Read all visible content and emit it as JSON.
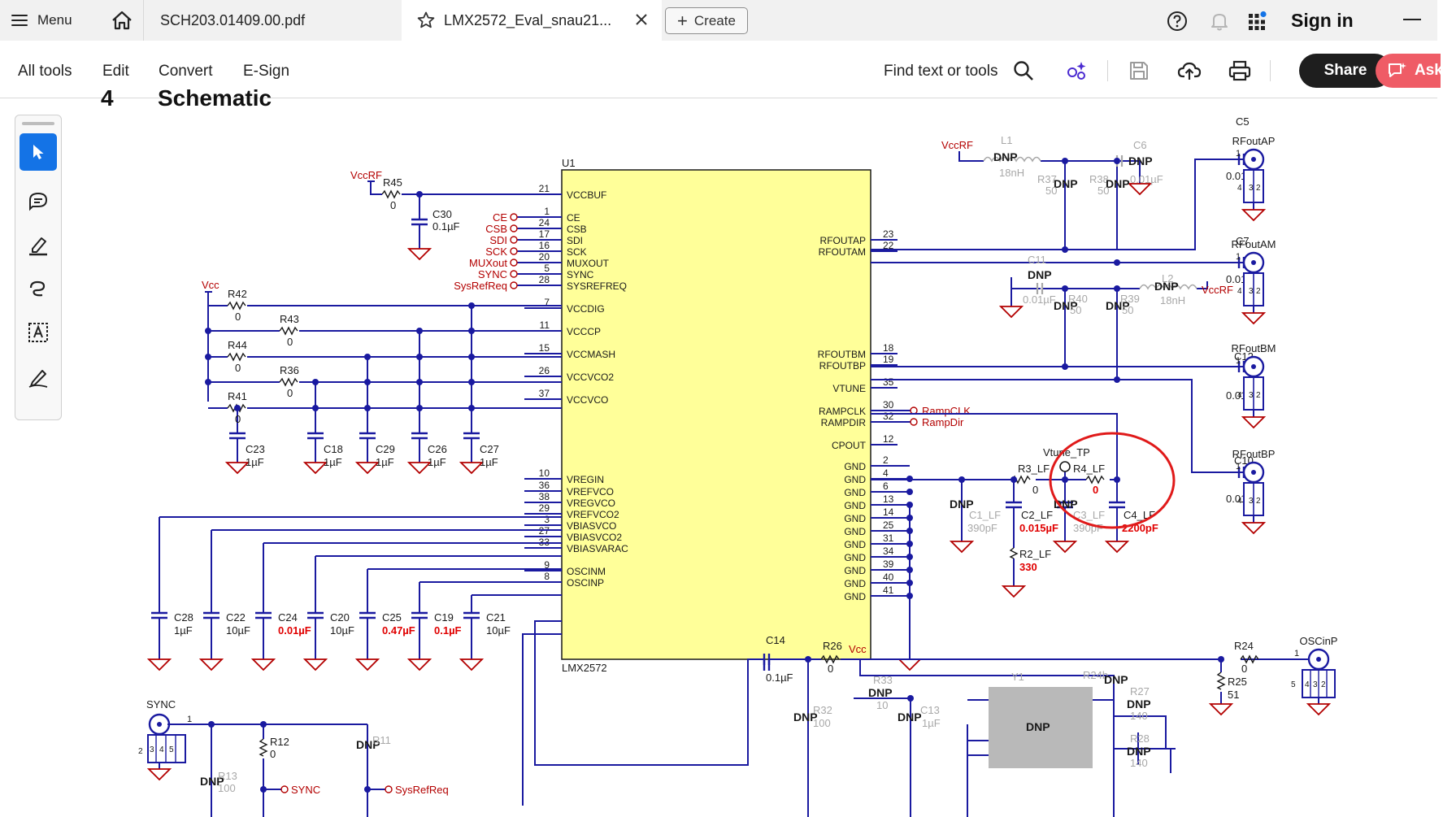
{
  "tabbar": {
    "menu_label": "Menu",
    "tabs": [
      {
        "label": "SCH203.01409.00.pdf"
      },
      {
        "label": "LMX2572_Eval_snau21..."
      }
    ],
    "create_label": "Create",
    "sign_in_label": "Sign in"
  },
  "toolbar": {
    "all_tools": "All tools",
    "edit": "Edit",
    "convert": "Convert",
    "esign": "E-Sign",
    "find_text": "Find text or tools",
    "share": "Share",
    "ask": "Ask"
  },
  "document": {
    "section_number": "4",
    "section_title": "Schematic",
    "chip_ref": "U1",
    "chip_name": "LMX2572",
    "left_pins": [
      {
        "num": "21",
        "name": "VCCBUF"
      },
      {
        "num": "1",
        "name": "CE"
      },
      {
        "num": "24",
        "name": "CSB"
      },
      {
        "num": "17",
        "name": "SDI"
      },
      {
        "num": "16",
        "name": "SCK"
      },
      {
        "num": "20",
        "name": "MUXOUT"
      },
      {
        "num": "5",
        "name": "SYNC"
      },
      {
        "num": "28",
        "name": "SYSREFREQ"
      },
      {
        "num": "7",
        "name": "VCCDIG"
      },
      {
        "num": "11",
        "name": "VCCCP"
      },
      {
        "num": "15",
        "name": "VCCMASH"
      },
      {
        "num": "26",
        "name": "VCCVCO2"
      },
      {
        "num": "37",
        "name": "VCCVCO"
      },
      {
        "num": "10",
        "name": "VREGIN"
      },
      {
        "num": "36",
        "name": "VREFVCO"
      },
      {
        "num": "38",
        "name": "VREGVCO"
      },
      {
        "num": "29",
        "name": "VREFVCO2"
      },
      {
        "num": "3",
        "name": "VBIASVCO"
      },
      {
        "num": "27",
        "name": "VBIASVCO2"
      },
      {
        "num": "33",
        "name": "VBIASVARAC"
      },
      {
        "num": "9",
        "name": "OSCINM"
      },
      {
        "num": "8",
        "name": "OSCINP"
      }
    ],
    "right_pins": [
      {
        "num": "23",
        "name": "RFOUTAP"
      },
      {
        "num": "22",
        "name": "RFOUTAM"
      },
      {
        "num": "18",
        "name": "RFOUTBM"
      },
      {
        "num": "19",
        "name": "RFOUTBP"
      },
      {
        "num": "35",
        "name": "VTUNE"
      },
      {
        "num": "30",
        "name": "RAMPCLK"
      },
      {
        "num": "32",
        "name": "RAMPDIR"
      },
      {
        "num": "12",
        "name": "CPOUT"
      }
    ],
    "gnd_pins": [
      "2",
      "4",
      "6",
      "13",
      "14",
      "25",
      "31",
      "34",
      "39",
      "40",
      "41"
    ],
    "gnd_label": "GND",
    "nets_left": [
      "CE",
      "CSB",
      "SDI",
      "SCK",
      "MUXout",
      "SYNC",
      "SysRefReq"
    ],
    "nets_right": [
      "RampCLK",
      "RampDir"
    ],
    "power_vccrf": "VccRF",
    "power_vcc": "Vcc",
    "r45": {
      "ref": "R45",
      "val": "0"
    },
    "c30": {
      "ref": "C30",
      "val": "0.1µF"
    },
    "r42": {
      "ref": "R42",
      "val": "0"
    },
    "r43": {
      "ref": "R43",
      "val": "0"
    },
    "r44": {
      "ref": "R44",
      "val": "0"
    },
    "r36": {
      "ref": "R36",
      "val": "0"
    },
    "r41": {
      "ref": "R41",
      "val": "0"
    },
    "caps_top": [
      {
        "ref": "C23",
        "val": "1µF"
      },
      {
        "ref": "C18",
        "val": "1µF"
      },
      {
        "ref": "C29",
        "val": "1µF"
      },
      {
        "ref": "C26",
        "val": "1µF"
      },
      {
        "ref": "C27",
        "val": "1µF"
      }
    ],
    "caps_bottom": [
      {
        "ref": "C28",
        "val": "1µF",
        "red": false
      },
      {
        "ref": "C22",
        "val": "10µF",
        "red": false
      },
      {
        "ref": "C24",
        "val": "0.01µF",
        "red": true
      },
      {
        "ref": "C20",
        "val": "10µF",
        "red": false
      },
      {
        "ref": "C25",
        "val": "0.47µF",
        "red": true
      },
      {
        "ref": "C19",
        "val": "0.1µF",
        "red": true
      },
      {
        "ref": "C21",
        "val": "10µF",
        "red": false
      }
    ],
    "rf_a": {
      "l1": "L1",
      "l1_val": "18nH",
      "dnp": "DNP",
      "c6": "C6",
      "c6_val": "0.01µF",
      "r37": "R37",
      "r37_val": "50",
      "r38": "R38",
      "r38_val": "50",
      "c5": "C5",
      "c5_val": "0.01µF",
      "c7": "C7",
      "c7_val": "0.01µF",
      "j1": "RFoutAP",
      "j2": "RFoutAM"
    },
    "rf_b": {
      "l2": "L2",
      "l2_val": "18nH",
      "c11": "C11",
      "c11_val": "0.01µF",
      "r40": "R40",
      "r40_val": "50",
      "r39": "R39",
      "r39_val": "50",
      "c12": "C12",
      "c12_val": "0.01µF",
      "c10": "C10",
      "c10_val": "0.01µF",
      "j1": "RFoutBM",
      "j2": "RFoutBP"
    },
    "loop_filter": {
      "tp": "Vtune_TP",
      "r3": "R3_LF",
      "r3_val": "0",
      "r4": "R4_LF",
      "r4_val": "0",
      "c1": "C1_LF",
      "c1_val": "390pF",
      "c2": "C2_LF",
      "c2_val": "0.015µF",
      "c3": "C3_LF",
      "c3_val": "390pF",
      "c4": "C4_LF",
      "c4_val": "2200pF",
      "r2": "R2_LF",
      "r2_val": "330"
    },
    "osc": {
      "c14": "C14",
      "c14_val": "0.1µF",
      "r26": "R26",
      "r26_val": "0",
      "r24": "R24",
      "r24_val": "0",
      "r25": "R25",
      "r25_val": "51",
      "j": "OSCinP",
      "r24b": "R24b",
      "r27": "R27",
      "r27_val": "140",
      "r28": "R28",
      "r28_val": "140",
      "r33": "R33",
      "r33_val": "10",
      "c13": "C13",
      "c13_val": "1µF",
      "r32": "R32",
      "r32_val": "100",
      "y1": "Y1"
    },
    "sync": {
      "j": "SYNC",
      "r12": "R12",
      "r12_val": "0",
      "r13": "R13",
      "r13_val": "100",
      "r11": "R11",
      "net_sync": "SYNC",
      "net_sysref": "SysRefReq"
    },
    "pin_labels": [
      "1",
      "2",
      "3",
      "4",
      "5",
      "6"
    ]
  },
  "colors": {
    "wire": "#1a1aa0",
    "ref": "#1a1a1a",
    "net": "#b30000",
    "red_value": "#e00000",
    "dnp_gray": "#a8a8a8",
    "chip_fill": "#ffff99",
    "accent": "#1473e6",
    "annotation": "#e01a1a"
  }
}
